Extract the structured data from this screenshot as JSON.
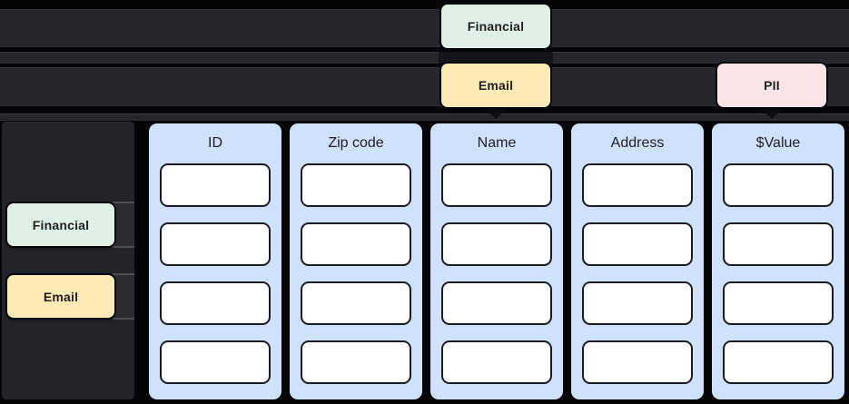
{
  "tags": {
    "top": [
      {
        "label": "Financial",
        "color": "#dff0e6"
      },
      {
        "label": "Email",
        "color": "#fdeab4"
      },
      {
        "label": "PII",
        "color": "#fce5e6"
      }
    ],
    "panel": [
      {
        "label": "Financial",
        "color": "#dff0e6"
      },
      {
        "label": "Email",
        "color": "#fdeab4"
      }
    ]
  },
  "table": {
    "columns": [
      {
        "header": "ID",
        "cells": [
          "",
          "",
          "",
          ""
        ]
      },
      {
        "header": "Zip code",
        "cells": [
          "",
          "",
          "",
          ""
        ]
      },
      {
        "header": "Name",
        "cells": [
          "",
          "",
          "",
          ""
        ]
      },
      {
        "header": "Address",
        "cells": [
          "",
          "",
          "",
          ""
        ]
      },
      {
        "header": "$Value",
        "cells": [
          "",
          "",
          "",
          ""
        ]
      }
    ]
  },
  "colors": {
    "background": "#050507",
    "lane": "#26272b",
    "side_panel": "#232428",
    "column_bg": "#cfe1fc",
    "cell_bg": "#ffffff",
    "cell_border": "#1a1c20",
    "text_dark": "#202124"
  }
}
